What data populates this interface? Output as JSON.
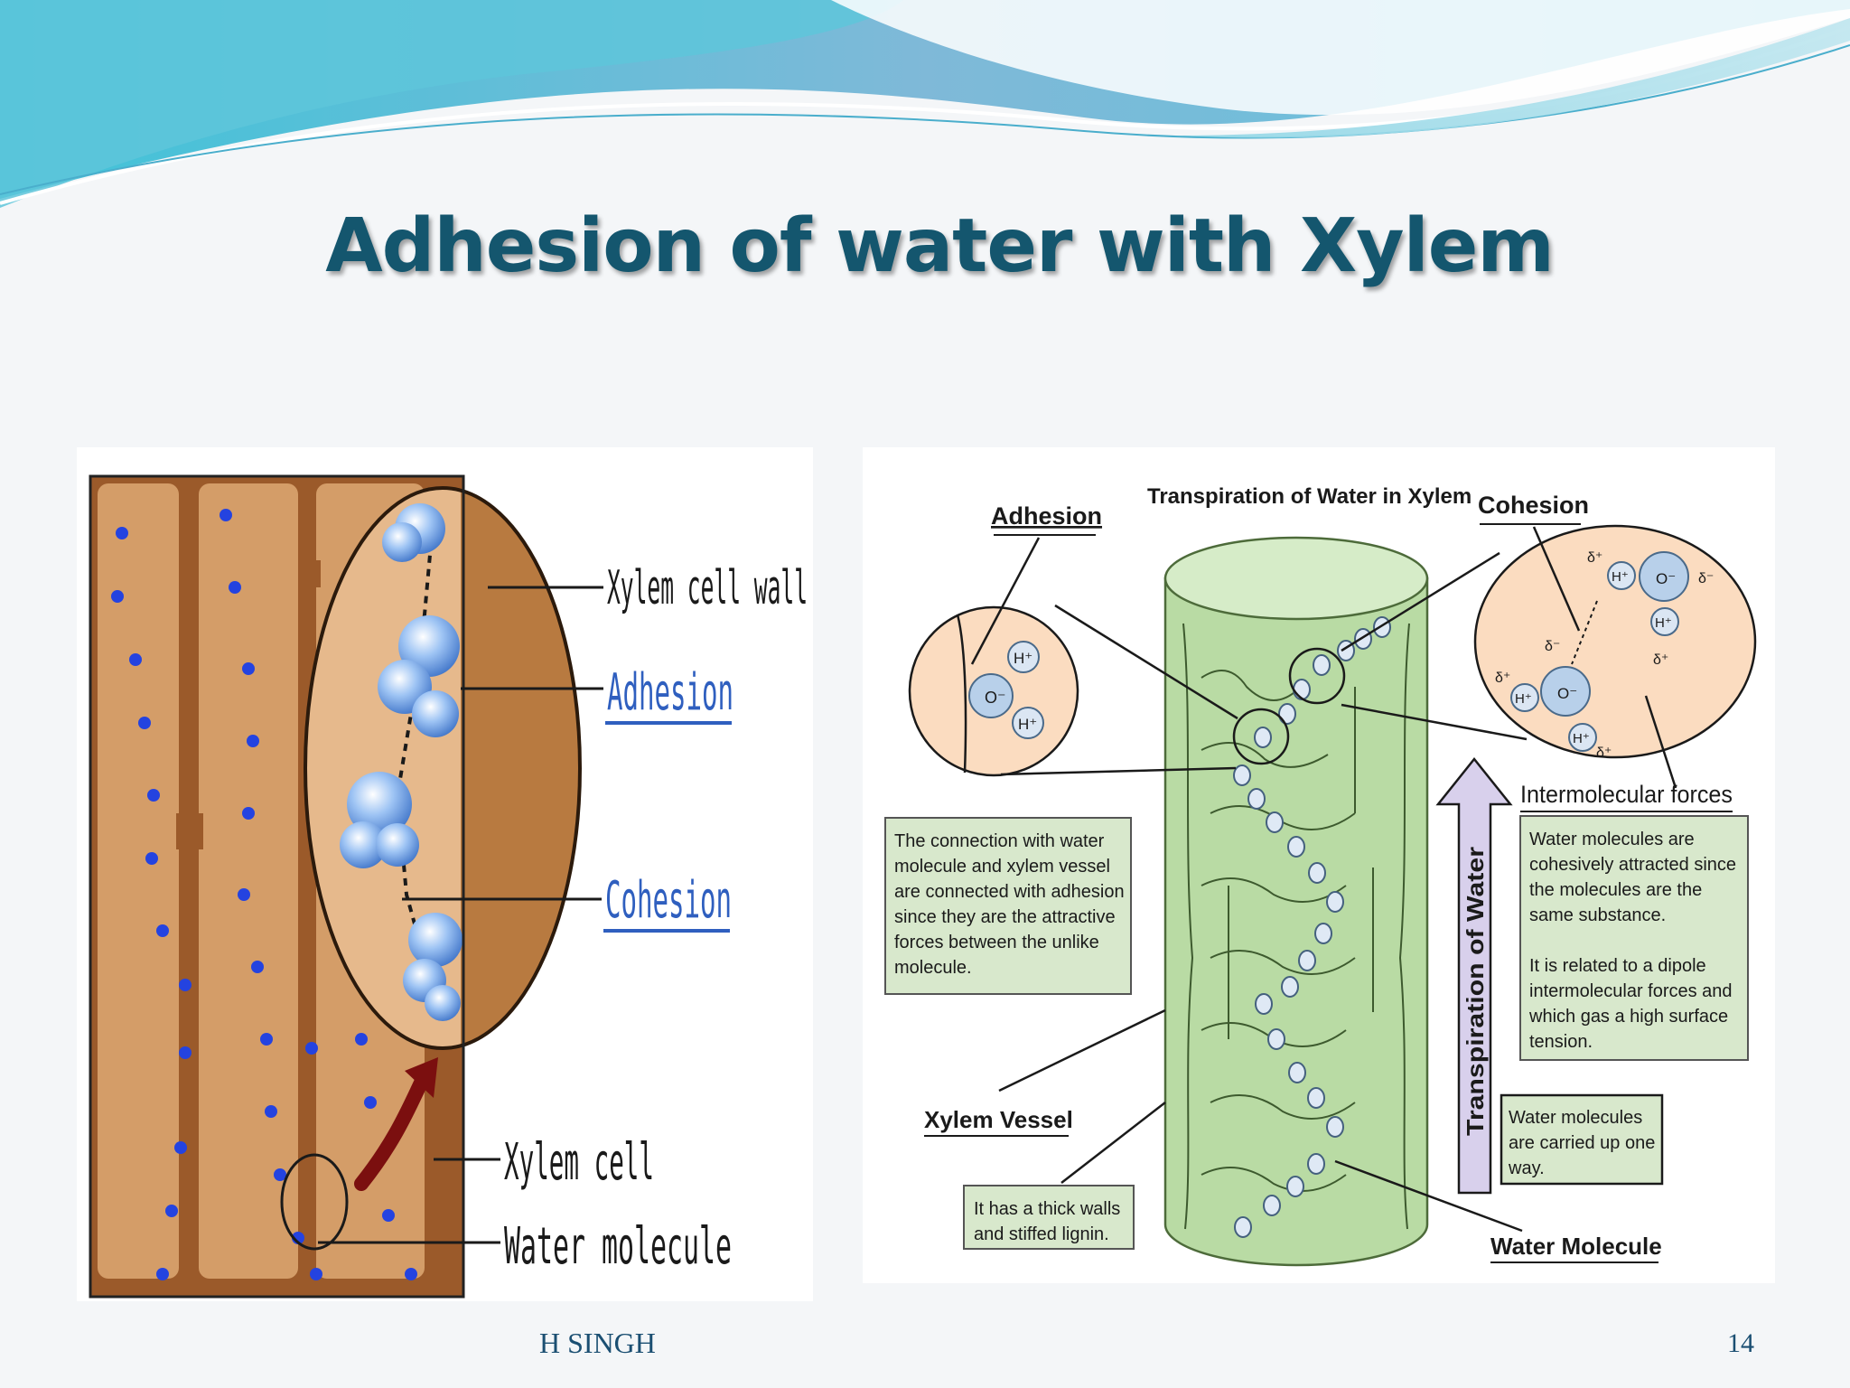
{
  "slide": {
    "title": "Adhesion of water with Xylem",
    "author": "H SINGH",
    "page_number": "14"
  },
  "left_figure": {
    "labels": {
      "cell_wall": "Xylem cell wall",
      "adhesion": "Adhesion",
      "cohesion": "Cohesion",
      "cell": "Xylem cell",
      "molecule": "Water molecule"
    }
  },
  "right_figure": {
    "title": "Transpiration of Water in Xylem",
    "adhesion_heading": "Adhesion",
    "cohesion_heading": "Cohesion",
    "intermolecular_label": "Intermolecular forces",
    "adhesion_box": [
      "The connection with water",
      "molecule and xylem vessel",
      "are connected with adhesion",
      "since they are the attractive",
      "forces between the unlike",
      "molecule."
    ],
    "cohesion_box": [
      "Water molecules are",
      "cohesively attracted since",
      "the molecules are the",
      "same substance.",
      "",
      "It is related to a dipole",
      "intermolecular forces and",
      "which gas a high surface",
      "tension."
    ],
    "transpiration_label": "Transpiration of Water",
    "one_way_box": [
      "Water molecules",
      "are carried up one",
      "way."
    ],
    "xylem_vessel_label": "Xylem Vessel",
    "thick_walls_box": [
      "It has a thick walls",
      "and stiffed lignin."
    ],
    "water_molecule_label": "Water Molecule",
    "atoms": {
      "h_plus": "H⁺",
      "o_minus": "O⁻",
      "delta_plus": "δ⁺",
      "delta_minus": "δ⁻"
    }
  }
}
